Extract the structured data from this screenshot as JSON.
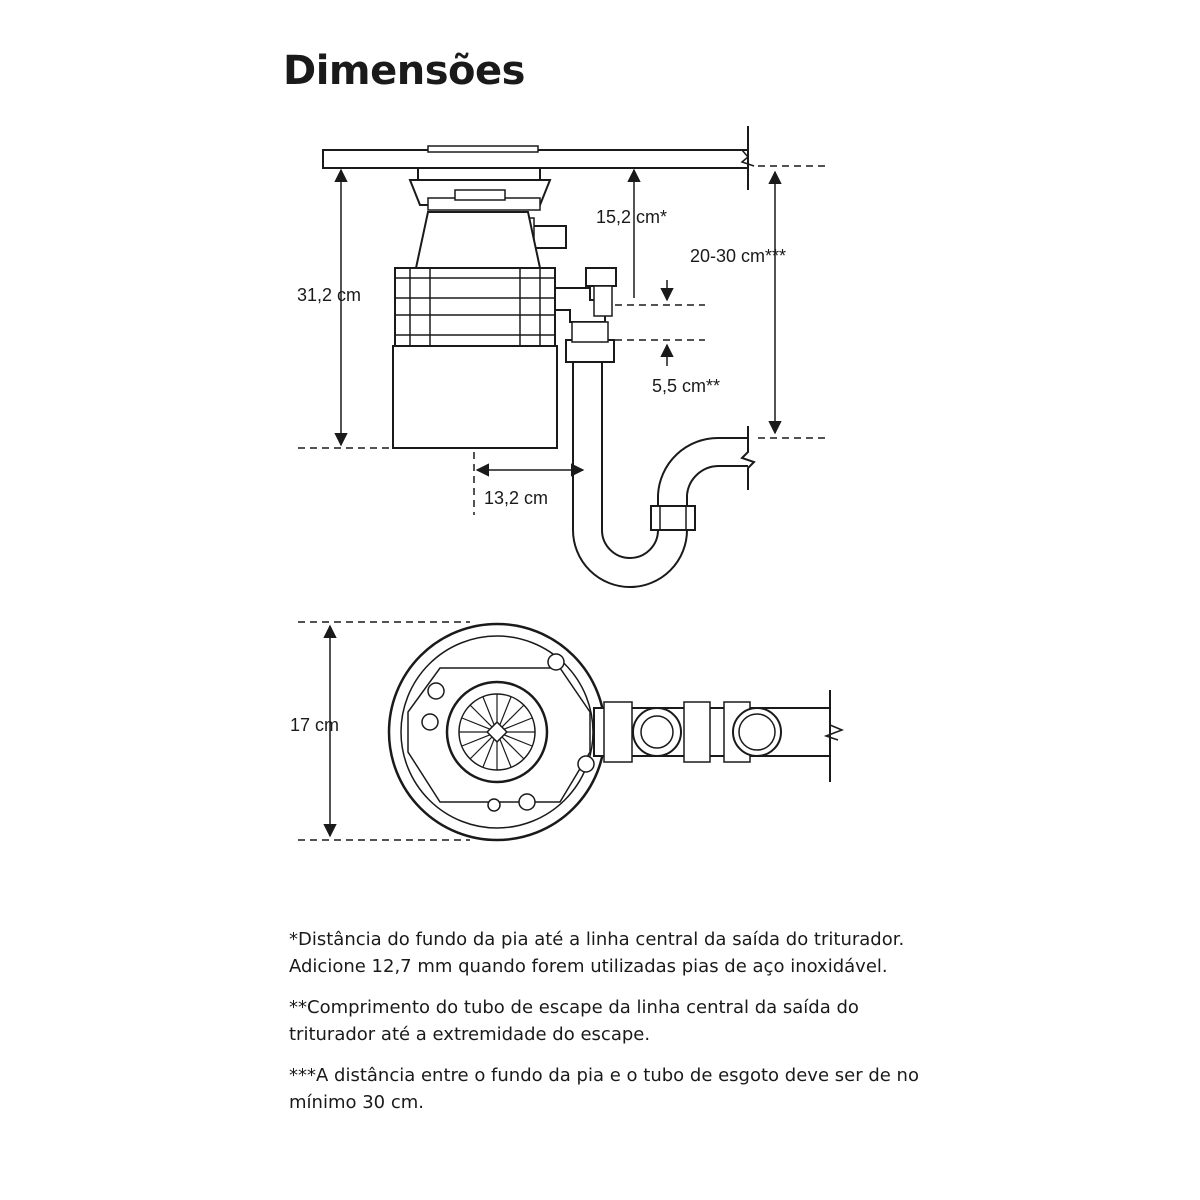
{
  "title": "Dimensões",
  "dimensions": {
    "drain_height": "15,2 cm*",
    "sink_to_drain": "20-30 cm***",
    "unit_height": "31,2 cm",
    "tailpipe": "5,5 cm**",
    "outlet_offset": "13,2 cm",
    "diameter": "17 cm"
  },
  "footnotes": [
    "*Distância do fundo da pia até a linha central da saída do triturador. Adicione 12,7 mm quando forem utilizadas pias de aço inoxidável.",
    "**Comprimento do tubo de escape da linha central da saída do triturador até a extremidade do escape.",
    "***A distância entre o fundo da pia e o tubo de esgoto deve ser de no mínimo 30 cm."
  ],
  "colors": {
    "ink": "#1a1a1a",
    "fill": "#ffffff"
  }
}
